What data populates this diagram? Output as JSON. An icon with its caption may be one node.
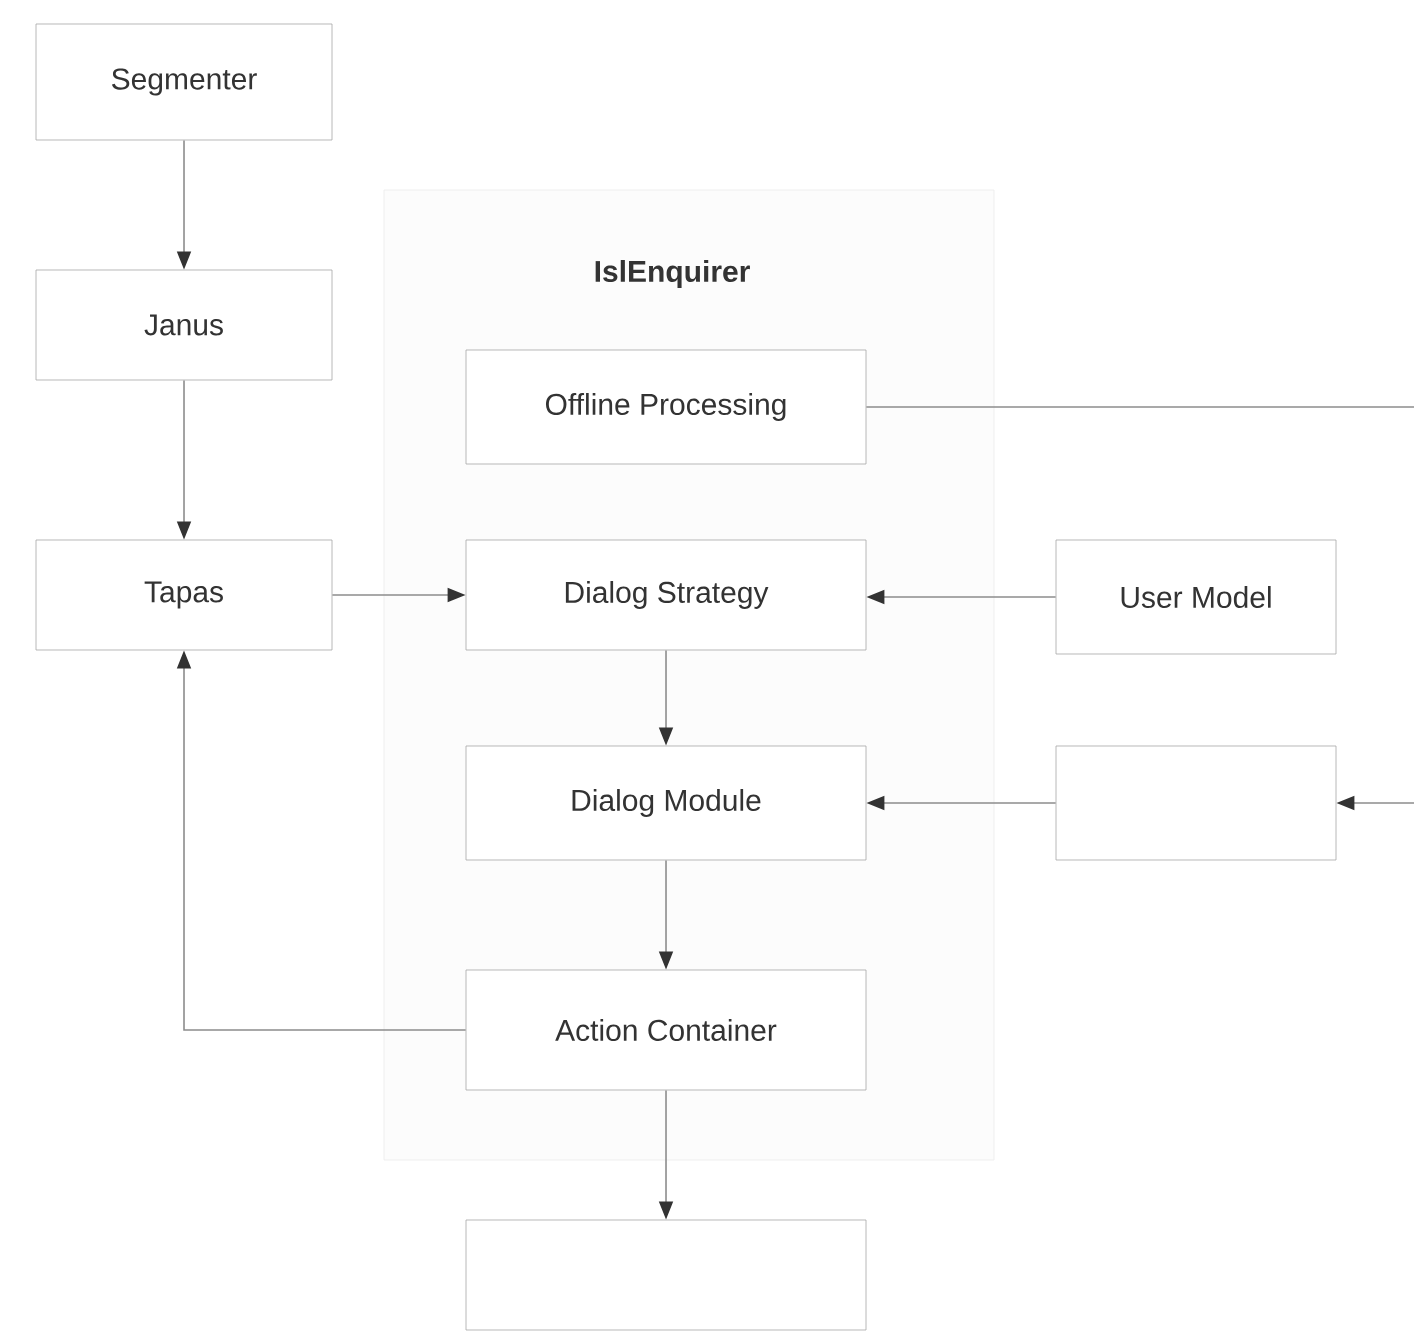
{
  "diagram": {
    "nodes": [
      {
        "text": [
          "Segmenter"
        ]
      },
      {
        "text": [
          "Janus"
        ]
      },
      {
        "text": [
          "Tapas"
        ]
      },
      {
        "text": [
          "Offline Processing"
        ]
      },
      {
        "text": [
          "Dialog Strategy"
        ]
      },
      {
        "text": [
          "User Model"
        ]
      },
      {
        "text": [
          "Dialog Module"
        ]
      },
      {
        "text": [],
        "shape": "box"
      },
      {
        "text": [
          "Action Container"
        ]
      },
      {
        "text": [],
        "shape": "box"
      }
    ],
    "edges": [
      {
        "from": 0,
        "to": 1,
        "arrow": "to"
      },
      {
        "from": 1,
        "to": 2,
        "arrow": "to"
      },
      {
        "from": 2,
        "to": 4,
        "arrow": "to"
      },
      {
        "from": 5,
        "to": 4,
        "arrow": "to"
      },
      {
        "from": 4,
        "to": 6,
        "arrow": "to"
      },
      {
        "from": 7,
        "to": 6,
        "arrow": "to"
      },
      {
        "from": 6,
        "to": 8,
        "arrow": "to"
      },
      {
        "from": 8,
        "to": 9,
        "arrow": "to"
      },
      {
        "from": 8,
        "to": 2,
        "arrow": "to"
      },
      {
        "from": 3,
        "to": null,
        "arrow": "none"
      },
      {
        "from": null,
        "to": 7,
        "arrow": "to"
      }
    ],
    "labels": [
      "IslEnquirer"
    ]
  }
}
